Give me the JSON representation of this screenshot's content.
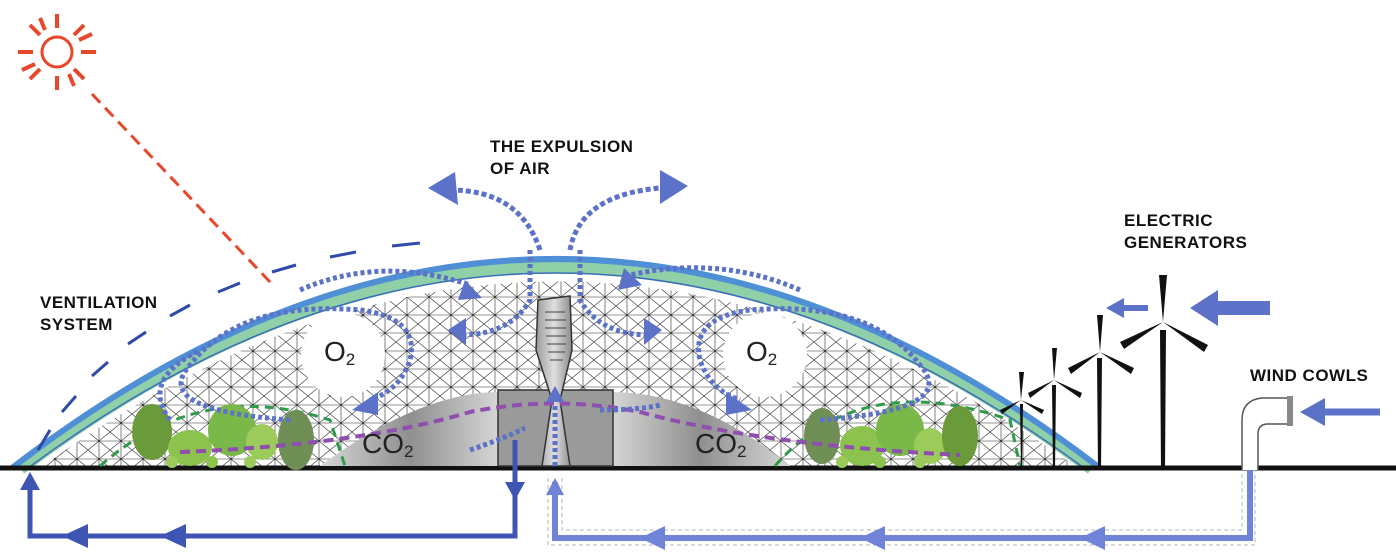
{
  "labels": {
    "expulsion_line1": "THE EXPULSION",
    "expulsion_line2": "OF AIR",
    "ventilation_line1": "VENTILATION",
    "ventilation_line2": "SYSTEM",
    "generators_line1": "ELECTRIC",
    "generators_line2": "GENERATORS",
    "wind_cowls": "WIND COWLS"
  },
  "gases": {
    "o2_left": "O",
    "o2_right": "O",
    "co2_left": "CO",
    "co2_right": "CO",
    "sub": "2"
  },
  "colors": {
    "sun": "#e8472b",
    "air_flow": "#5b72c8",
    "dark_flow": "#3f55b3",
    "dome_outer": "#4f8fd6",
    "dome_inner": "#8fd0a8",
    "co2_line": "#8e4fae",
    "vegetation_boundary": "#2e9a4a",
    "trees": "#7ab84a",
    "ground": "#111111"
  },
  "icons": [
    "sun-icon",
    "wind-turbine-icon",
    "wind-cowl-icon",
    "tree-icon"
  ]
}
